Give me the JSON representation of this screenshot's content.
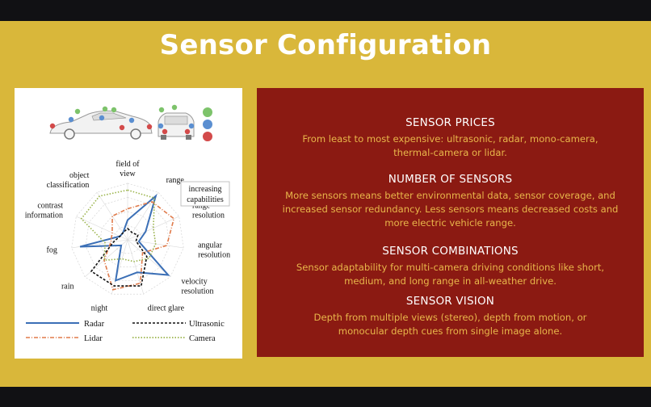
{
  "slide": {
    "title": "Sensor Configuration"
  },
  "figure": {
    "car_legend": [
      "",
      "",
      ""
    ],
    "axes": [
      {
        "label_lines": [
          "field of",
          "view"
        ]
      },
      {
        "label_lines": [
          "range"
        ]
      },
      {
        "label_lines": [
          "range",
          "resolution"
        ]
      },
      {
        "label_lines": [
          "angular",
          "resolution"
        ]
      },
      {
        "label_lines": [
          "velocity",
          "resolution"
        ]
      },
      {
        "label_lines": [
          "direct glare"
        ]
      },
      {
        "label_lines": [
          "night"
        ]
      },
      {
        "label_lines": [
          "rain"
        ]
      },
      {
        "label_lines": [
          "fog"
        ]
      },
      {
        "label_lines": [
          "contrast",
          "information"
        ]
      },
      {
        "label_lines": [
          "object",
          "classification"
        ]
      }
    ],
    "increasing_label": [
      "increasing",
      "capabilities"
    ],
    "series": [
      {
        "name": "Radar",
        "color": "#3b6fb6",
        "dash": "",
        "values": [
          0.35,
          0.92,
          0.35,
          0.2,
          0.95,
          0.6,
          0.75,
          0.15,
          0.85,
          0.15,
          0.15
        ]
      },
      {
        "name": "Lidar",
        "color": "#e07a4a",
        "dash": "5,2,1,2",
        "values": [
          0.55,
          0.8,
          0.9,
          0.7,
          0.35,
          0.8,
          0.92,
          0.55,
          0.3,
          0.3,
          0.5
        ]
      },
      {
        "name": "Ultrasonic",
        "color": "#111111",
        "dash": "3,2",
        "values": [
          0.2,
          0.15,
          0.2,
          0.15,
          0.45,
          0.85,
          0.85,
          0.85,
          0.25,
          0.15,
          0.15
        ]
      },
      {
        "name": "Camera",
        "color": "#9ab34a",
        "dash": "1.5,2",
        "values": [
          0.88,
          0.88,
          0.5,
          0.5,
          0.5,
          0.4,
          0.35,
          0.55,
          0.4,
          0.9,
          0.92
        ]
      }
    ],
    "legend": {
      "left": [
        "Radar",
        "Lidar"
      ],
      "right": [
        "Ultrasonic",
        "Camera"
      ]
    }
  },
  "panel": {
    "sections": [
      {
        "heading": "SENSOR PRICES",
        "body": "From least to most expensive: ultrasonic, radar, mono-camera, thermal-camera or lidar."
      },
      {
        "heading": "NUMBER OF SENSORS",
        "body": "More sensors means better environmental data, sensor coverage, and increased sensor redundancy. Less sensors means decreased costs and more electric vehicle range."
      },
      {
        "heading": "SENSOR COMBINATIONS",
        "body": "Sensor adaptability for multi-camera driving conditions like short, medium, and long range in all-weather drive."
      },
      {
        "heading": "SENSOR VISION",
        "body": "Depth from multiple views (stereo), depth from motion, or monocular depth cues from single image alone."
      }
    ]
  }
}
